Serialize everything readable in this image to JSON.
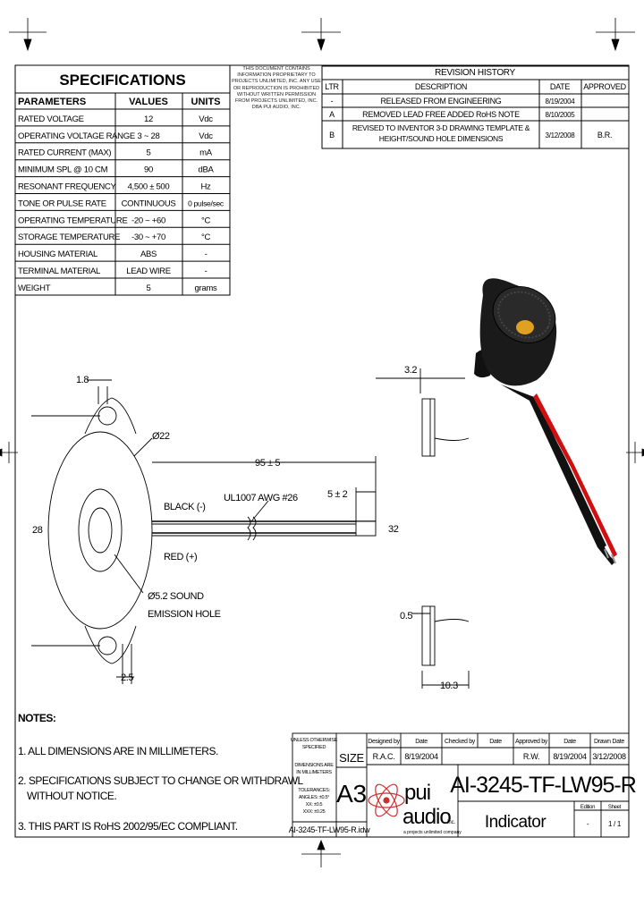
{
  "notice": "THIS DOCUMENT CONTAINS INFORMATION PROPRIETARY TO PROJECTS UNLIMITED, INC. ANY USE OR REPRODUCTION IS PROHIBITED WITHOUT WRITTEN PERMISSION FROM PROJECTS UNLIMITED, INC. DBA PUI AUDIO, INC.",
  "specs": {
    "title": "SPECIFICATIONS",
    "headers": [
      "PARAMETERS",
      "VALUES",
      "UNITS"
    ],
    "rows": [
      [
        "RATED VOLTAGE",
        "12",
        "Vdc"
      ],
      [
        "OPERATING VOLTAGE RANGE",
        "3 ~ 28",
        "Vdc"
      ],
      [
        "RATED CURRENT (MAX)",
        "5",
        "mA"
      ],
      [
        "MINIMUM SPL @ 10 CM",
        "90",
        "dBA"
      ],
      [
        "RESONANT FREQUENCY",
        "4,500 ± 500",
        "Hz"
      ],
      [
        "TONE OR PULSE RATE",
        "CONTINUOUS",
        "0 pulse/sec"
      ],
      [
        "OPERATING TEMPERATURE",
        "-20 ~ +60",
        "°C"
      ],
      [
        "STORAGE TEMPERATURE",
        "-30 ~ +70",
        "°C"
      ],
      [
        "HOUSING MATERIAL",
        "ABS",
        "-"
      ],
      [
        "TERMINAL MATERIAL",
        "LEAD WIRE",
        "-"
      ],
      [
        "WEIGHT",
        "5",
        "grams"
      ]
    ]
  },
  "revision": {
    "title": "REVISION HISTORY",
    "headers": [
      "LTR",
      "DESCRIPTION",
      "DATE",
      "APPROVED"
    ],
    "rows": [
      [
        "-",
        "RELEASED FROM ENGINEERING",
        "8/19/2004",
        ""
      ],
      [
        "A",
        "REMOVED LEAD FREE ADDED RoHS NOTE",
        "8/10/2005",
        ""
      ],
      [
        "B",
        "REVISED TO INVENTOR 3-D DRAWING TEMPLATE & HEIGHT/SOUND HOLE DIMENSIONS",
        "3/12/2008",
        "B.R."
      ]
    ]
  },
  "dims": {
    "d18": "1.8",
    "d22": "Ø22",
    "d95": "95 ± 5",
    "wire": "UL1007 AWG #26",
    "d5": "5 ± 2",
    "black": "BLACK (-)",
    "red": "RED (+)",
    "d28": "28",
    "d32": "32",
    "hole": "Ø5.2 SOUND",
    "hole2": "EMISSION HOLE",
    "d25": "2.5",
    "d32b": "3.2",
    "d05": "0.5",
    "d103": "10.3"
  },
  "notes": {
    "title": "NOTES:",
    "items": [
      "1. ALL DIMENSIONS ARE IN MILLIMETERS.",
      "2. SPECIFICATIONS SUBJECT TO CHANGE OR WITHDRAWL",
      "WITHOUT NOTICE.",
      "3. THIS PART IS RoHS 2002/95/EC COMPLIANT."
    ]
  },
  "title_block": {
    "unless": [
      "UNLESS OTHERWISE",
      "SPECIFIED",
      "DIMENSIONS ARE",
      "IN MILLIMETERS",
      "TOLERANCES:",
      "ANGLES: ±0.5°",
      "XX: ±0.5",
      "XXX: ±0.25"
    ],
    "size_label": "SIZE",
    "size": "A3",
    "file": "AI-3245-TF-LW95-R.idw",
    "designed_by_h": "Designed by",
    "date_h": "Date",
    "checked_by_h": "Checked by",
    "date2_h": "Date",
    "approved_by_h": "Approved by",
    "date3_h": "Date",
    "drawn_date_h": "Drawn Date",
    "designed_by": "R.A.C.",
    "designed_date": "8/19/2004",
    "approved_by": "R.W.",
    "approved_date": "8/19/2004",
    "drawn_date": "3/12/2008",
    "part_number": "AI-3245-TF-LW95-R",
    "logo_top": "pui",
    "logo_bottom": "audio",
    "logo_inc": "inc.",
    "logo_tag": "a projects unlimited company",
    "description": "Indicator",
    "edition_h": "Edition",
    "sheet_h": "Sheet",
    "edition": "-",
    "sheet": "1 / 1"
  }
}
